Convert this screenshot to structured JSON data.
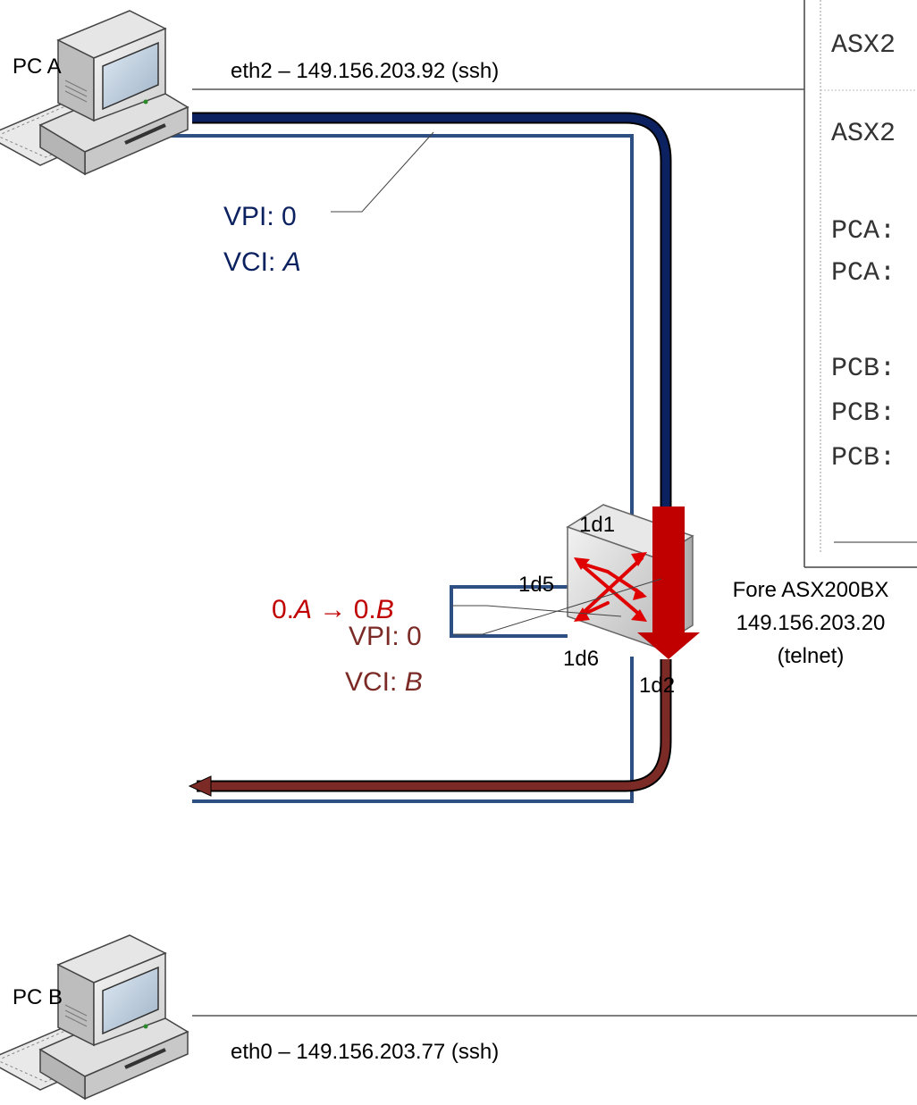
{
  "colors": {
    "uplink_dark_blue": "#0b2160",
    "cable_blue": "#2e4f84",
    "switched_red": "#c00000",
    "downlink_brown": "#7b2a25",
    "label_blue": "#0b2160",
    "label_red": "#c00000",
    "label_brown": "#7b2a25"
  },
  "pc_a": {
    "label": "PC A",
    "interface": "eth2 – 149.156.203.92 (ssh)",
    "vc": {
      "vpi": "VPI: 0",
      "vci_prefix": "VCI: ",
      "vci_value": "A"
    }
  },
  "pc_b": {
    "label": "PC B",
    "interface": "eth0 – 149.156.203.77 (ssh)",
    "vc": {
      "vpi": "VPI: 0",
      "vci_prefix": "VCI: ",
      "vci_value": "B"
    }
  },
  "switch": {
    "name": "Fore ASX200BX",
    "ip": "149.156.203.20",
    "access": "(telnet)",
    "ports": [
      "1d1",
      "1d5",
      "1d6",
      "1d2"
    ],
    "mapping": {
      "in_prefix": "0.",
      "in_var": "A",
      "arrow": " → ",
      "out_prefix": "0.",
      "out_var": "B"
    }
  },
  "console_panel": {
    "lines": [
      "ASX2",
      "ASX2",
      "PCA:",
      "PCA:",
      "PCB:",
      "PCB:",
      "PCB:"
    ]
  }
}
